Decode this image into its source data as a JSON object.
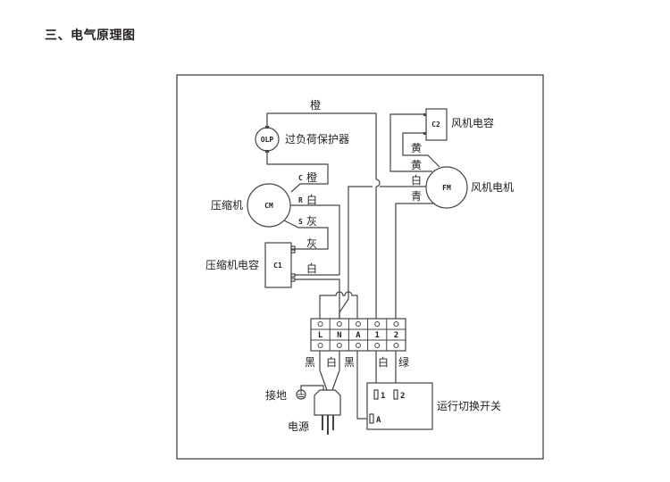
{
  "heading": "三、电气原理图",
  "diagram": {
    "title": "电气原理图",
    "components": {
      "olp": {
        "code": "OLP",
        "label": "过负荷保护器"
      },
      "compressor": {
        "code": "CM",
        "label": "压缩机"
      },
      "compressor_capacitor": {
        "code": "C1",
        "label": "压缩机电容"
      },
      "fan_capacitor": {
        "code": "C2",
        "label": "风机电容"
      },
      "fan_motor": {
        "code": "FM",
        "label": "风机电机"
      },
      "switch": {
        "label": "运行切换开关",
        "terminals": [
          "1",
          "2",
          "A"
        ]
      },
      "ground": {
        "label": "接地"
      },
      "power": {
        "label": "电源"
      }
    },
    "compressor_pins": {
      "c": "C",
      "r": "R",
      "s": "S"
    },
    "wire_labels": {
      "olp_top": "橙",
      "cm_c": "橙",
      "cm_r": "白",
      "cm_s": "灰",
      "c1_gray": "灰",
      "c1_white": "白",
      "fm_yellow1": "黄",
      "fm_yellow2": "黄",
      "fm_white": "白",
      "fm_cyan": "青",
      "below_l": "黑",
      "below_n": "白",
      "below_a": "黑",
      "below_1": "白",
      "below_2": "绿"
    },
    "terminal_block": [
      "L",
      "N",
      "A",
      "1",
      "2"
    ]
  }
}
